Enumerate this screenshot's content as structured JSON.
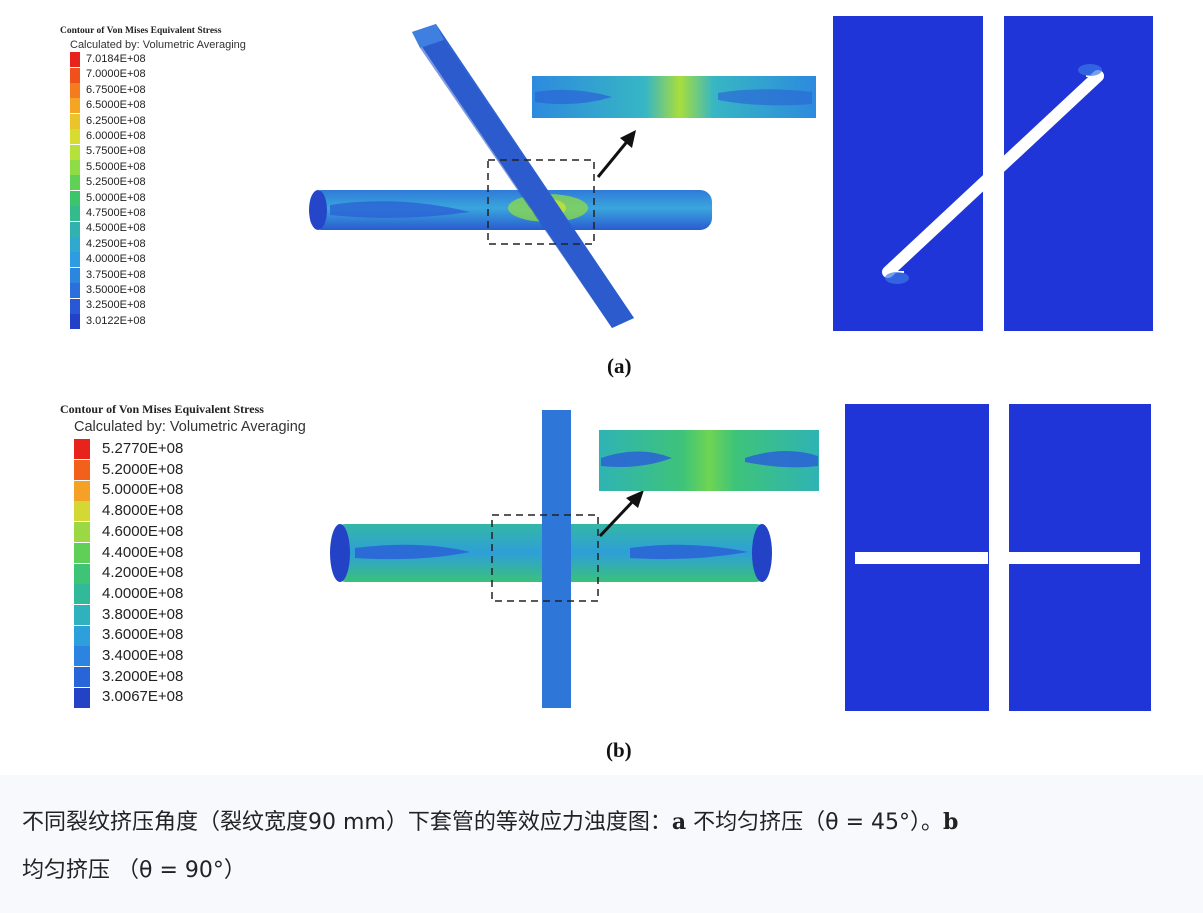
{
  "figure_a": {
    "legend_title": "Contour of Von Mises Equivalent Stress",
    "legend_subtitle": "Calculated by: Volumetric Averaging",
    "legend_values": [
      "7.0184E+08",
      "7.0000E+08",
      "6.7500E+08",
      "6.5000E+08",
      "6.2500E+08",
      "6.0000E+08",
      "5.7500E+08",
      "5.5000E+08",
      "5.2500E+08",
      "5.0000E+08",
      "4.7500E+08",
      "4.5000E+08",
      "4.2500E+08",
      "4.0000E+08",
      "3.7500E+08",
      "3.5000E+08",
      "3.2500E+08",
      "3.0122E+08"
    ],
    "label": "(a)"
  },
  "figure_b": {
    "legend_title": "Contour of Von Mises Equivalent Stress",
    "legend_subtitle": "Calculated by: Volumetric Averaging",
    "legend_values": [
      "5.2770E+08",
      "5.2000E+08",
      "5.0000E+08",
      "4.8000E+08",
      "4.6000E+08",
      "4.4000E+08",
      "4.2000E+08",
      "4.0000E+08",
      "3.8000E+08",
      "3.6000E+08",
      "3.4000E+08",
      "3.2000E+08",
      "3.0067E+08"
    ],
    "label": "(b)"
  },
  "legend_colors_a": [
    "#e8231c",
    "#f0501a",
    "#f57c1e",
    "#f5a524",
    "#eac52a",
    "#d8db30",
    "#b6e03a",
    "#8fdc46",
    "#5fd155",
    "#3cc56b",
    "#33bb8e",
    "#30b3b0",
    "#2fa9cf",
    "#2d9ce0",
    "#2b86e0",
    "#2a6fdc",
    "#2958d6",
    "#2340c8"
  ],
  "legend_colors_b": [
    "#e8231c",
    "#f2601c",
    "#f5a027",
    "#d4d834",
    "#9ad944",
    "#5fcf58",
    "#3ec377",
    "#30ba9a",
    "#2fb1be",
    "#2d9fdb",
    "#2b84df",
    "#2865d8",
    "#2342c6"
  ],
  "caption": {
    "text_1": "不同裂纹挤压角度（裂纹宽度90 mm）下套管的等效应力浊度图：",
    "a_letter": "a",
    "text_2": " 不均匀挤压（θ = 45°）。",
    "b_letter": "b",
    "text_3": " 均匀挤压 （θ = 90°）"
  }
}
